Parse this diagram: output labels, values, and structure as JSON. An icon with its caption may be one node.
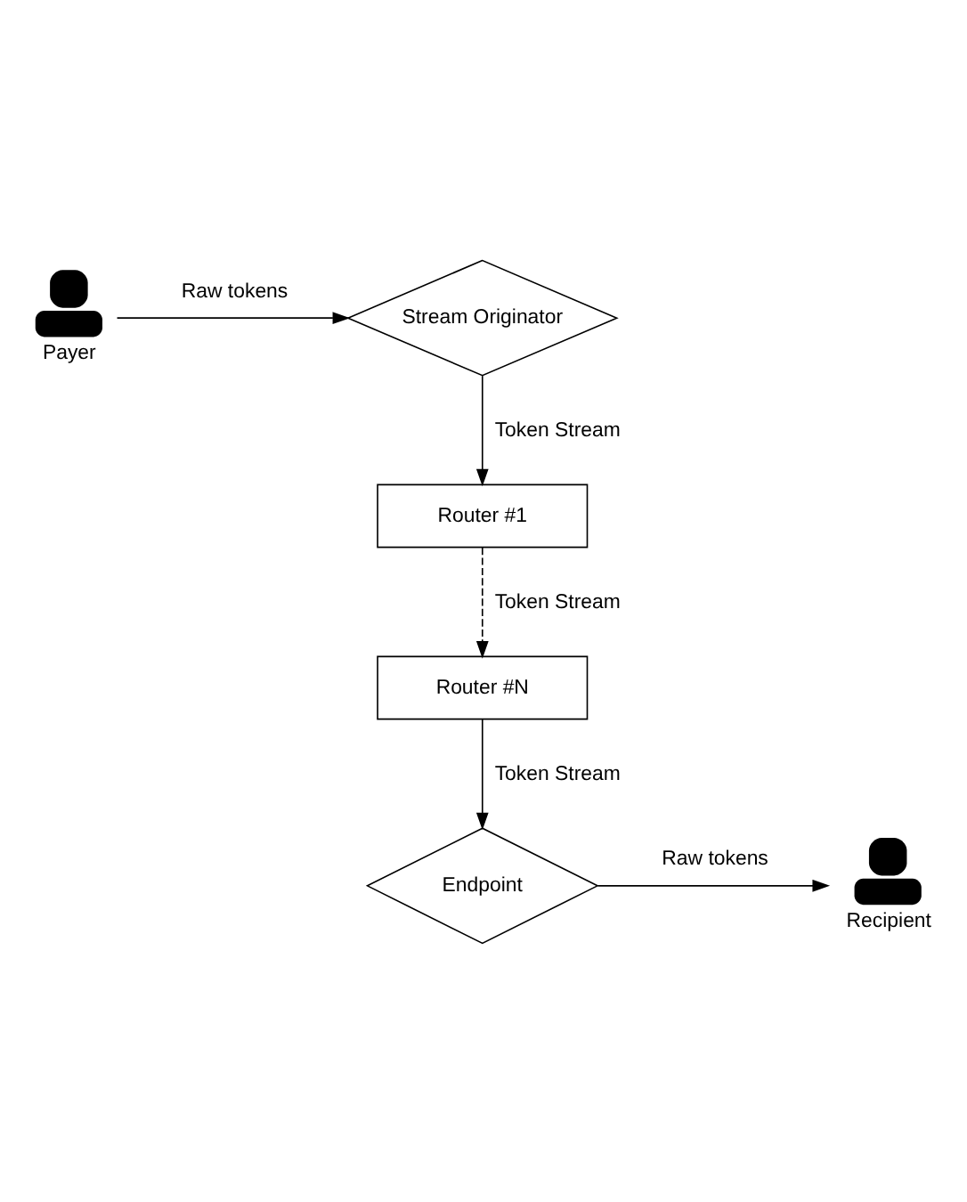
{
  "diagram": {
    "nodes": [
      {
        "text": [
          "Payer"
        ]
      },
      {
        "text": [
          "Stream Originator"
        ]
      },
      {
        "text": [
          "Router #1"
        ]
      },
      {
        "text": [
          "Router #N"
        ]
      },
      {
        "text": [
          "Endpoint"
        ]
      },
      {
        "text": [
          "Recipient"
        ]
      }
    ],
    "edges": [
      {
        "from": 0,
        "to": 1,
        "arrow": "to",
        "label": "Raw tokens"
      },
      {
        "from": 1,
        "to": 2,
        "arrow": "to",
        "label": "Token Stream"
      },
      {
        "from": 2,
        "to": 3,
        "arrow": "to",
        "label": "Token Stream",
        "style": "dashed"
      },
      {
        "from": 3,
        "to": 4,
        "arrow": "to",
        "label": "Token Stream"
      },
      {
        "from": 4,
        "to": 5,
        "arrow": "to",
        "label": "Raw tokens"
      }
    ]
  }
}
